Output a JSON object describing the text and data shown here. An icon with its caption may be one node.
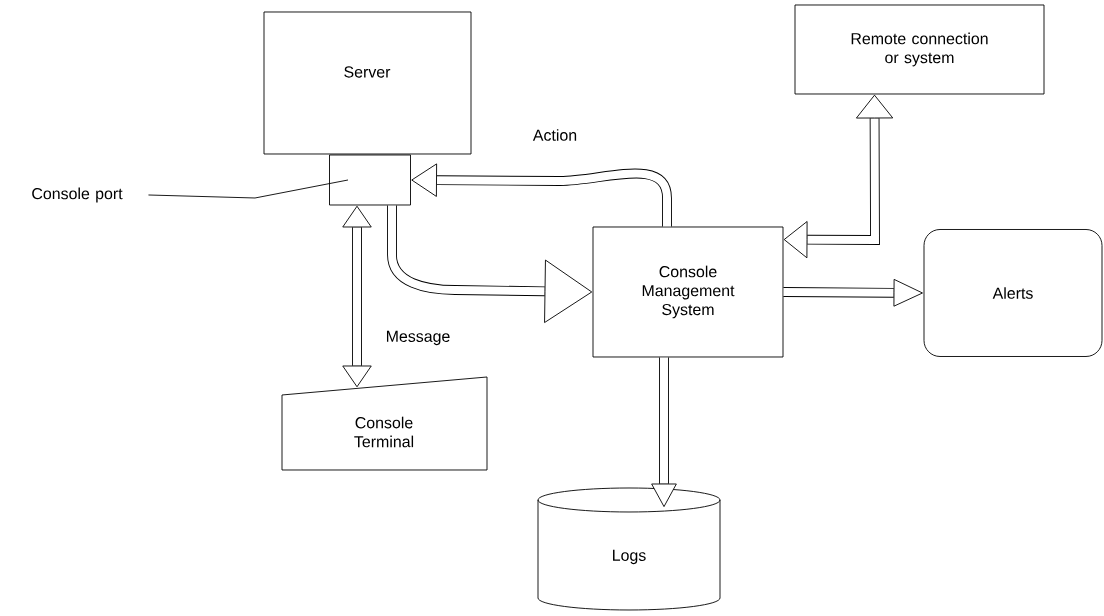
{
  "diagram": {
    "nodes": [
      {
        "text": [
          "Server"
        ]
      },
      {
        "text": [],
        "shape": "box"
      },
      {
        "text": [
          "Console port"
        ]
      },
      {
        "text": [
          "Console Terminal"
        ]
      },
      {
        "text": [
          "Console Management System"
        ]
      },
      {
        "text": [
          "Remote connection or system"
        ]
      },
      {
        "text": [
          "Alerts"
        ]
      },
      {
        "text": [
          "Logs"
        ]
      }
    ],
    "edges": [
      {
        "from": 2,
        "to": 1,
        "arrow": "none"
      },
      {
        "from": 1,
        "to": 3,
        "arrow": "both",
        "label": "Message"
      },
      {
        "from": 1,
        "to": 4,
        "arrow": "to"
      },
      {
        "from": 4,
        "to": 1,
        "arrow": "to",
        "label": "Action"
      },
      {
        "from": 4,
        "to": 5,
        "arrow": "both"
      },
      {
        "from": 4,
        "to": 6,
        "arrow": "to"
      },
      {
        "from": 4,
        "to": 7,
        "arrow": "to"
      }
    ]
  }
}
